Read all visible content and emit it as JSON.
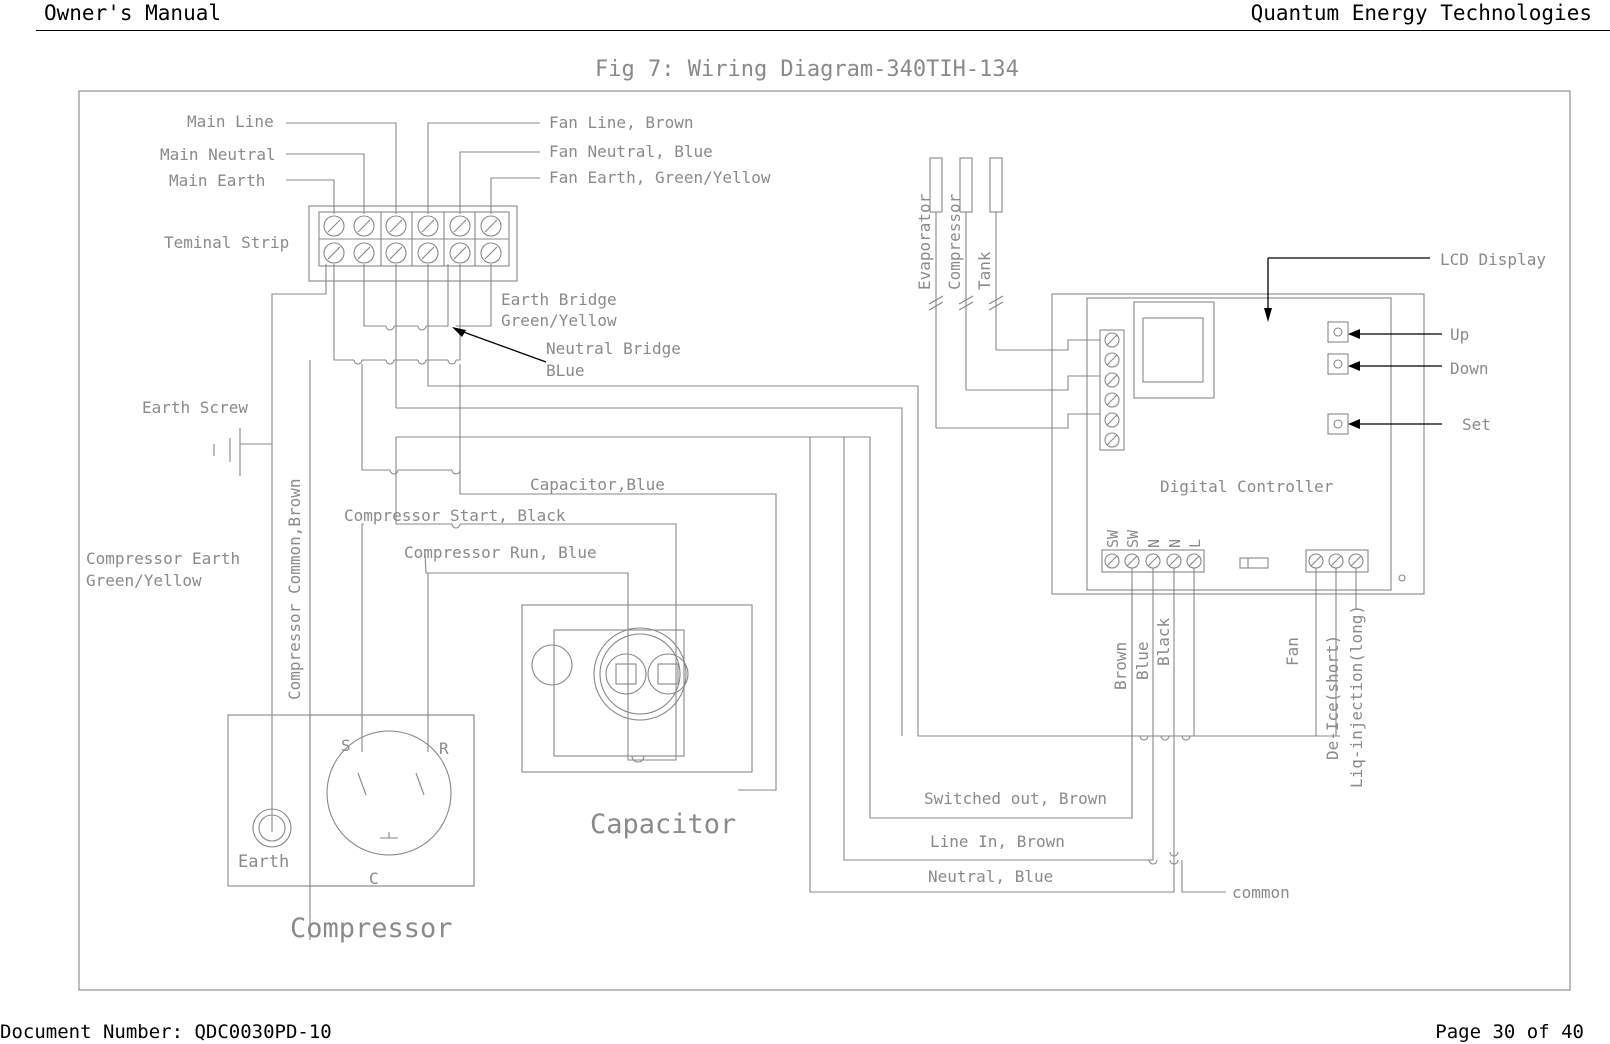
{
  "header": {
    "left": "Owner's Manual",
    "right": "Quantum Energy Technologies"
  },
  "footer": {
    "doc_number": "Document Number: QDC0030PD-10",
    "page": "Page 30 of 40"
  },
  "figure": {
    "title": "Fig 7: Wiring Diagram-340TIH-134",
    "labels": {
      "main_line": "Main Line",
      "main_neutral": "Main Neutral",
      "main_earth": "Main Earth",
      "fan_line": "Fan Line, Brown",
      "fan_neutral": "Fan Neutral, Blue",
      "fan_earth": "Fan Earth, Green/Yellow",
      "terminal_strip": "Teminal Strip",
      "earth_bridge": "Earth Bridge",
      "earth_bridge_color": "Green/Yellow",
      "neutral_bridge": "Neutral Bridge",
      "neutral_bridge_color": "BLue",
      "earth_screw": "Earth Screw",
      "compressor_common": "Compressor Common,Brown",
      "compressor_earth": "Compressor Earth",
      "compressor_earth_color": "Green/Yellow",
      "capacitor_blue": "Capacitor,Blue",
      "compressor_start": "Compressor Start, Black",
      "compressor_run": "Compressor Run, Blue",
      "compressor": "Compressor",
      "capacitor": "Capacitor",
      "earth": "Earth",
      "terminal_s": "S",
      "terminal_r": "R",
      "terminal_c": "C",
      "sensor_evaporator": "Evaporator",
      "sensor_compressor": "Compressor",
      "sensor_tank": "Tank",
      "lcd_display": "LCD Display",
      "btn_up": "Up",
      "btn_down": "Down",
      "btn_set": "Set",
      "digital_controller": "Digital Controller",
      "term_sw1": "SW",
      "term_sw2": "SW",
      "term_n1": "N",
      "term_n2": "N",
      "term_l": "L",
      "wire_brown": "Brown",
      "wire_blue": "Blue",
      "wire_black": "Black",
      "wire_fan": "Fan",
      "wire_deice": "De-Ice(short)",
      "wire_liq": "Liq-injection(long)",
      "switched_out": "Switched out, Brown",
      "line_in": "Line In, Brown",
      "neutral_blue": "Neutral, Blue",
      "common": "common"
    }
  }
}
